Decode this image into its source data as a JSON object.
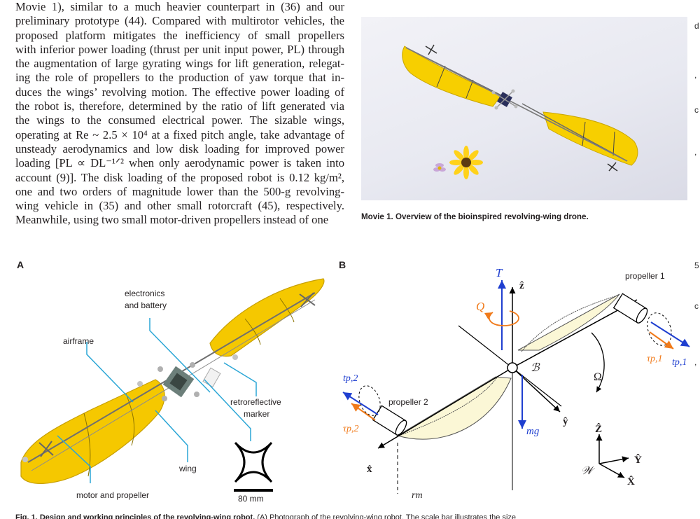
{
  "body_text": {
    "lines": [
      "Movie 1), similar to a much heavier counterpart in (36) and our",
      "preliminary prototype (44). Compared with multirotor vehicles, the",
      "proposed platform mitigates the inefficiency of small propellers",
      "with inferior power loading (thrust per unit input power, PL) through",
      "the augmentation of large gyrating wings for lift generation, relegat-",
      "ing the role of propellers to the production of yaw torque that in-",
      "duces the wings’ revolving motion. The effective power loading of",
      "the robot is, therefore, determined by the ratio of lift generated via",
      "the wings to the consumed electrical power. The sizable wings,",
      "operating at Re ~ 2.5 × 10⁴ at a fixed pitch angle, take advantage of",
      "unsteady aerodynamics and low disk loading for improved power",
      "loading [PL ∝ DL⁻¹ᐟ² when only aerodynamic power is taken into",
      "account (9)]. The disk loading of the proposed robot is 0.12 kg/m²,",
      "one and two orders of magnitude lower than the 500-g revolving-",
      "wing vehicle in (35) and other small rotorcraft (45), respectively.",
      "Meanwhile, using two small motor-driven propellers instead of one"
    ]
  },
  "movie": {
    "caption": "Movie 1. Overview of the bioinspired revolving-wing drone."
  },
  "panel_a": {
    "label": "A",
    "electronics_1": "electronics",
    "electronics_2": "and battery",
    "airframe": "airframe",
    "retro_1": "retroreflective",
    "retro_2": "marker",
    "wing": "wing",
    "motor": "motor and propeller",
    "scale": "80 mm"
  },
  "panel_b": {
    "label": "B",
    "T": "T",
    "z_hat": "ẑ",
    "Q": "Q",
    "propeller1": "propeller 1",
    "propeller2": "propeller 2",
    "B": "ℬ",
    "Omega": "Ω",
    "tau_p1": "τp,1",
    "t_p1": "tp,1",
    "t_p2": "tp,2",
    "tau_p2": "τp,2",
    "y_hat": "ŷ",
    "mg": "mg",
    "x_hat": "x̂",
    "rm": "rm",
    "Z_hat": "Ẑ",
    "Y_hat": "Ŷ",
    "X_hat": "X̂",
    "W": "𝒲"
  },
  "figure_caption": {
    "prefix": "Fig. 1. Design and working principles of the revolving-wing robot.",
    "rest": " (A) Photograph of the revolving-wing robot. The scale bar illustrates the size"
  },
  "colors": {
    "wing_yellow": "#f5c800",
    "leader_blue": "#2aa6d6",
    "thrust_blue": "#1f3fd0",
    "torque_orange": "#f07a1a",
    "wing_fill": "#fbf7d6"
  }
}
